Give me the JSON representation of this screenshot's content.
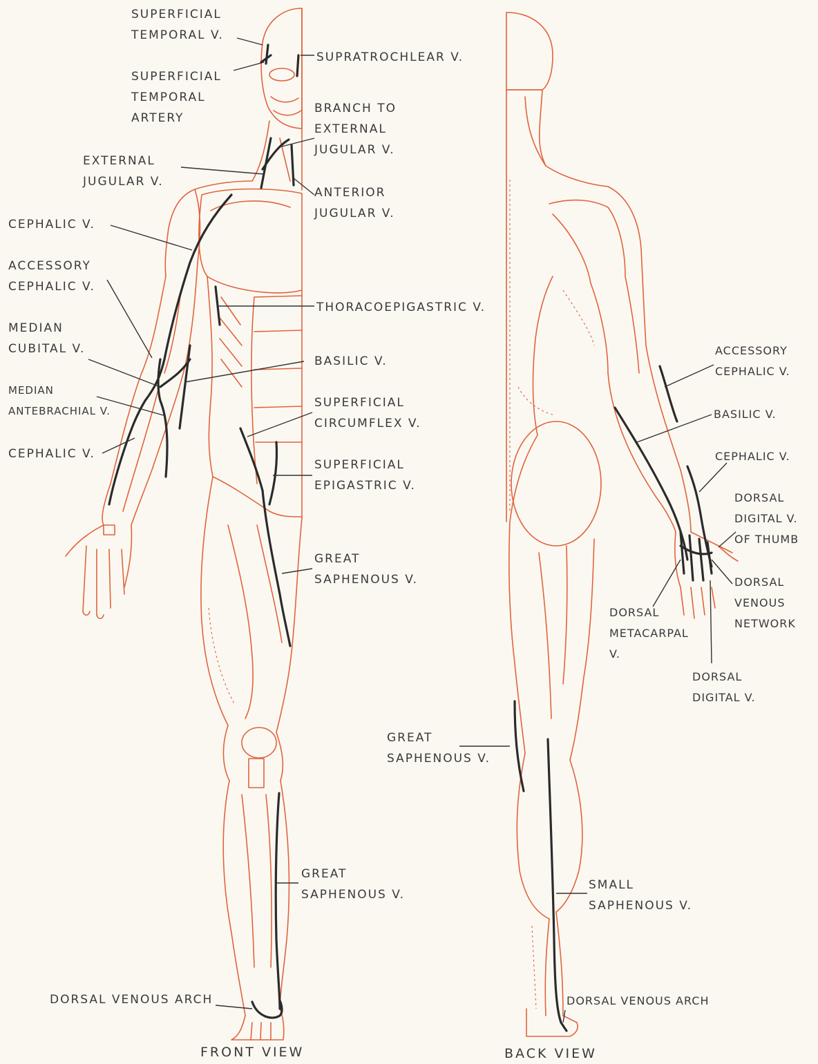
{
  "colors": {
    "outline": "#e0643c",
    "vein": "#2b2b2b",
    "background": "#fbf8f2"
  },
  "front": {
    "caption": "FRONT VIEW",
    "labels": {
      "superficial_temporal_v": "SUPERFICIAL\nTEMPORAL V.",
      "superficial_temporal_artery": "SUPERFICIAL\nTEMPORAL\nARTERY",
      "supratrochlear_v": "SUPRATROCHLEAR V.",
      "branch_to_external_jugular_v": "BRANCH TO\nEXTERNAL\nJUGULAR V.",
      "external_jugular_v": "EXTERNAL\nJUGULAR V.",
      "anterior_jugular_v": "ANTERIOR\nJUGULAR V.",
      "cephalic_v_upper": "CEPHALIC V.",
      "accessory_cephalic_v": "ACCESSORY\nCEPHALIC V.",
      "thoracoepigastric_v": "THORACOEPIGASTRIC V.",
      "median_cubital_v": "MEDIAN\nCUBITAL V.",
      "basilic_v": "BASILIC V.",
      "median_antebrachial_v": "MEDIAN\nANTEBRACHIAL V.",
      "superficial_circumflex_v": "SUPERFICIAL\nCIRCUMFLEX V.",
      "cephalic_v_lower": "CEPHALIC V.",
      "superficial_epigastric_v": "SUPERFICIAL\nEPIGASTRIC V.",
      "great_saphenous_v_thigh": "GREAT\nSAPHENOUS V.",
      "great_saphenous_v_leg": "GREAT\nSAPHENOUS V.",
      "dorsal_venous_arch": "DORSAL VENOUS ARCH"
    }
  },
  "back": {
    "caption": "BACK VIEW",
    "labels": {
      "accessory_cephalic_v": "ACCESSORY\nCEPHALIC V.",
      "basilic_v": "BASILIC V.",
      "cephalic_v": "CEPHALIC V.",
      "dorsal_digital_v_of_thumb": "DORSAL\nDIGITAL V.\nOF THUMB",
      "dorsal_venous_network": "DORSAL\nVENOUS\nNETWORK",
      "dorsal_metacarpal_v": "DORSAL\nMETACARPAL\nV.",
      "dorsal_digital_v": "DORSAL\nDIGITAL V.",
      "great_saphenous_v": "GREAT\nSAPHENOUS V.",
      "small_saphenous_v": "SMALL\nSAPHENOUS V.",
      "dorsal_venous_arch": "DORSAL VENOUS ARCH"
    }
  }
}
